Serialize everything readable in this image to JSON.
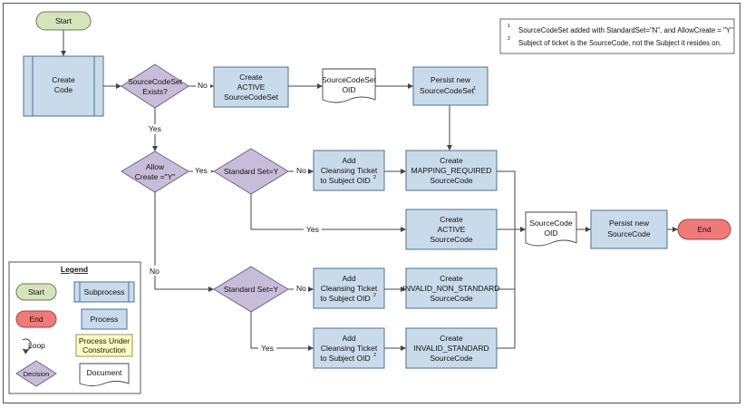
{
  "notes": [
    {
      "marker": "1",
      "text": "SourceCodeSet added with StandardSet=\"N\", and AllowCreate = \"Y\""
    },
    {
      "marker": "2",
      "text": "Subject of ticket is the SourceCode, not the Subject it resides on."
    }
  ],
  "terminals": {
    "start": "Start",
    "end": "End"
  },
  "subprocess": {
    "create_code": [
      "Create",
      "Code"
    ]
  },
  "decisions": {
    "sourcecodeset_exists": [
      "SourceCodeSet",
      "Exists?"
    ],
    "allow_create": [
      "Allow",
      "Create =\"Y\""
    ],
    "standard_set_top": "Standard Set=Y",
    "standard_set_bottom": "Standard Set=Y"
  },
  "processes": {
    "create_active_sourcecodeset": [
      "Create",
      "ACTIVE",
      "SourceCodeSet"
    ],
    "persist_new_sourcecodeset": [
      "Persist new",
      "SourceCodeSet"
    ],
    "persist_sup": "1",
    "add_ticket_1": [
      "Add",
      "Cleansing Ticket",
      "to Subject OID"
    ],
    "add_ticket_2": [
      "Add",
      "Cleansing Ticket",
      "to Subject OID"
    ],
    "add_ticket_3": [
      "Add",
      "Cleansing Ticket",
      "to Subject OID"
    ],
    "ticket_sup": "2",
    "create_mapping_required": [
      "Create",
      "MAPPING_REQUIRED",
      "SourceCode"
    ],
    "create_active_sourcecode": [
      "Create",
      "ACTIVE",
      "SourceCode"
    ],
    "create_invalid_non_standard": [
      "Create",
      "INVALID_NON_STANDARD",
      "SourceCode"
    ],
    "create_invalid_standard": [
      "Create",
      "INVALID_STANDARD",
      "SourceCode"
    ],
    "persist_new_sourcecode": [
      "Persist new",
      "SourceCode"
    ]
  },
  "documents": {
    "sourcecodeset_oid": [
      "SourceCodeSet",
      "OID"
    ],
    "sourcecode_oid": [
      "SourceCode",
      "OID"
    ]
  },
  "edge_labels": {
    "no_1": "No",
    "yes_1": "Yes",
    "yes_2": "Yes",
    "no_2": "No",
    "yes_3": "Yes",
    "no_3": "No",
    "no_4": "No",
    "yes_4": "Yes"
  },
  "legend": {
    "title": "Legend",
    "start": "Start",
    "end": "End",
    "loop": "Loop",
    "decision": "Decision",
    "subprocess": "Subprocess",
    "process": "Process",
    "under_construction": [
      "Process Under",
      "Construction"
    ],
    "document": "Document"
  },
  "colors": {
    "start_fill": "#d6e4bd",
    "end_fill": "#f07a7a",
    "process_fill": "#c9dbea",
    "decision_fill": "#c8bdd8",
    "under_construction_fill": "#ffffc2"
  }
}
